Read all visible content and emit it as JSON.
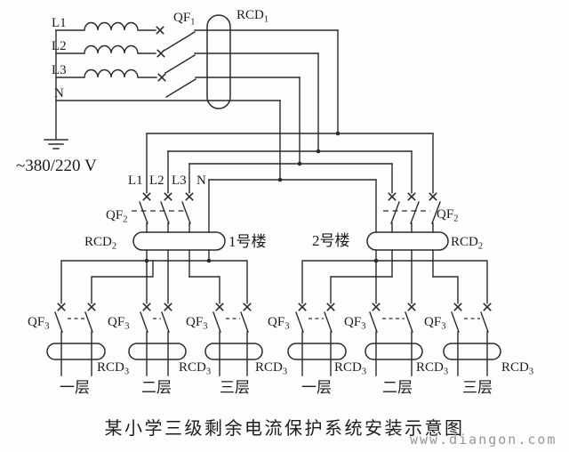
{
  "caption": "某小学三级剩余电流保护系统安装示意图",
  "watermark": "www.diangon.com",
  "supply": {
    "phase_labels": [
      "L1",
      "L2",
      "L3",
      "N"
    ],
    "voltage_label": "~380/220 V",
    "main_breaker": {
      "text": "QF",
      "sub": "1"
    },
    "main_rcd": {
      "text": "RCD",
      "sub": "1"
    }
  },
  "feeder_labels": [
    "L1",
    "L2",
    "L3",
    "N"
  ],
  "building1": {
    "name": "1号楼",
    "breaker": {
      "text": "QF",
      "sub": "2"
    },
    "rcd": {
      "text": "RCD",
      "sub": "2"
    }
  },
  "building2": {
    "name": "2号楼",
    "breaker": {
      "text": "QF",
      "sub": "2"
    },
    "rcd": {
      "text": "RCD",
      "sub": "2"
    }
  },
  "floor_units": {
    "breaker": {
      "text": "QF",
      "sub": "3"
    },
    "rcd": {
      "text": "RCD",
      "sub": "3"
    },
    "floors": [
      "一层",
      "二层",
      "三层"
    ]
  },
  "colors": {
    "line": "#2b2b2b",
    "background": "#fdfdfb",
    "watermark": "#979797"
  }
}
